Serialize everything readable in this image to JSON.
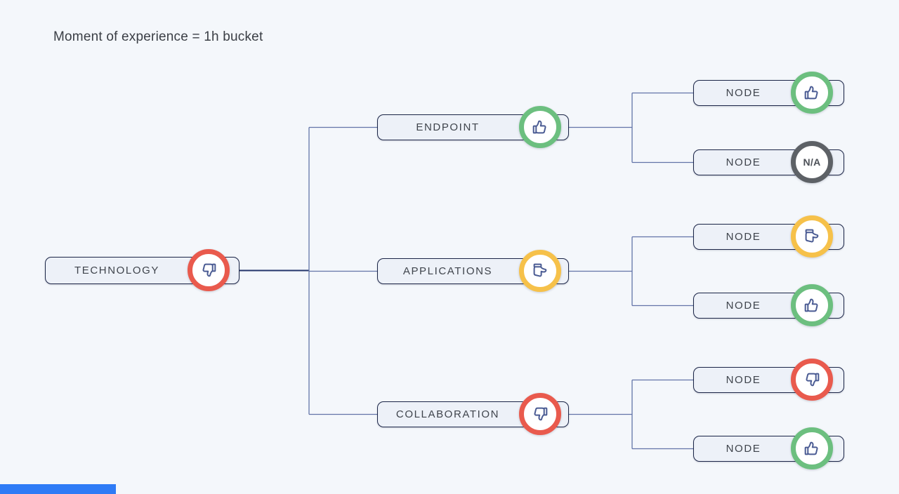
{
  "title": "Moment of experience = 1h bucket",
  "na_label": "N/A",
  "status_colors": {
    "positive": "#6cbf7f",
    "negative": "#e95a4d",
    "neutral": "#f6c14a",
    "na": "#5d6166"
  },
  "status_icons": {
    "positive": "thumbs-up-icon",
    "negative": "thumbs-down-icon",
    "neutral": "thumb-sideways-icon",
    "na": "na-badge"
  },
  "tree": {
    "root": {
      "label": "TECHNOLOGY",
      "status": "negative"
    },
    "branches": [
      {
        "label": "ENDPOINT",
        "status": "positive",
        "children": [
          {
            "label": "NODE",
            "status": "positive"
          },
          {
            "label": "NODE",
            "status": "na"
          }
        ]
      },
      {
        "label": "APPLICATIONS",
        "status": "neutral",
        "children": [
          {
            "label": "NODE",
            "status": "neutral"
          },
          {
            "label": "NODE",
            "status": "positive"
          }
        ]
      },
      {
        "label": "COLLABORATION",
        "status": "negative",
        "children": [
          {
            "label": "NODE",
            "status": "negative"
          },
          {
            "label": "NODE",
            "status": "positive"
          }
        ]
      }
    ]
  }
}
